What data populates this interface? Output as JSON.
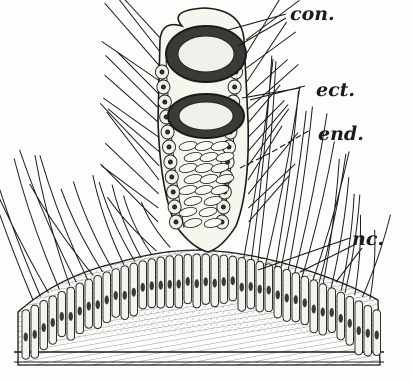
{
  "labels": {
    "con": "con.",
    "ect": "ect.",
    "end": "end.",
    "nc": "nc."
  },
  "colors": {
    "ink": "#1a1a1a",
    "paper": "#fdfdfb",
    "cell_fill": "#f4f4ee",
    "stipple": "#7a7a72"
  }
}
